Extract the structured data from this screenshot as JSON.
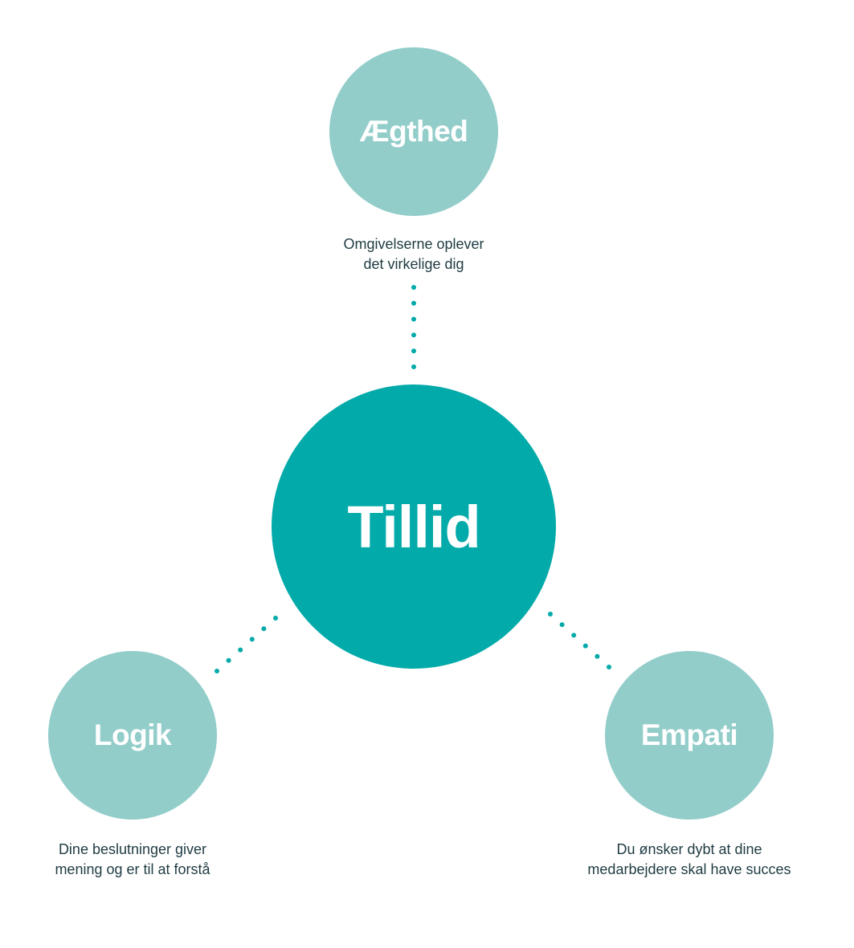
{
  "colors": {
    "center_fill": "#02aaa9",
    "satellite_fill": "#92cdca",
    "connector_dots": "#02aaa9",
    "description_text": "#1f3b42"
  },
  "center": {
    "label": "Tillid"
  },
  "nodes": [
    {
      "id": "top",
      "label": "Ægthed",
      "description": "Omgivelserne oplever\ndet virkelige dig"
    },
    {
      "id": "left",
      "label": "Logik",
      "description": "Dine beslutninger giver\nmening og er til at forstå"
    },
    {
      "id": "right",
      "label": "Empati",
      "description": "Du ønsker dybt at dine\nmedarbejdere skal have succes"
    }
  ]
}
